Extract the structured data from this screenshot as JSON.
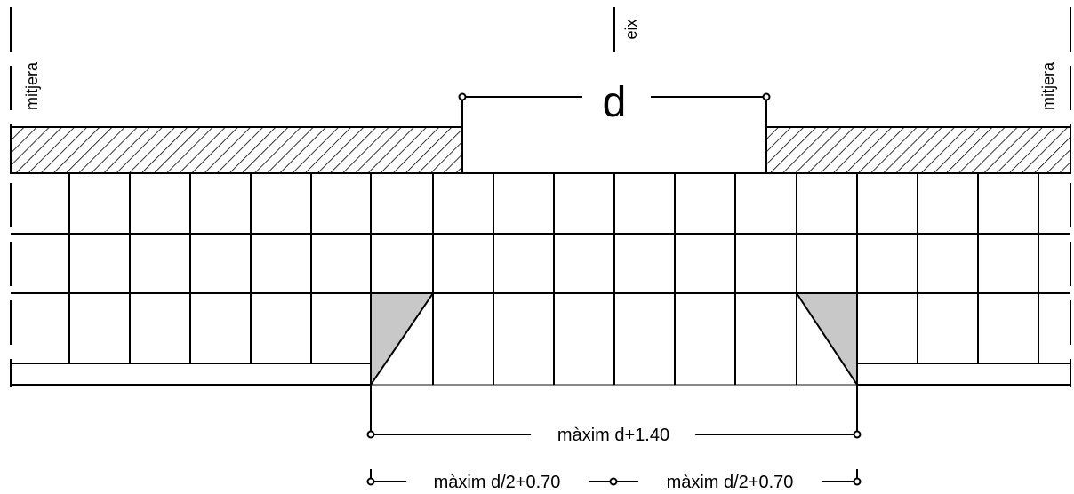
{
  "labels": {
    "axis": "eix",
    "party_wall_left": "mitjera",
    "party_wall_right": "mitjera",
    "opening_width": "d",
    "max_total": "màxim d+1.40",
    "max_half_left": "màxim d/2+0.70",
    "max_half_right": "màxim d/2+0.70"
  },
  "colors": {
    "line": "#000000",
    "ramp_fill": "#c8c8c8",
    "background": "#ffffff"
  }
}
